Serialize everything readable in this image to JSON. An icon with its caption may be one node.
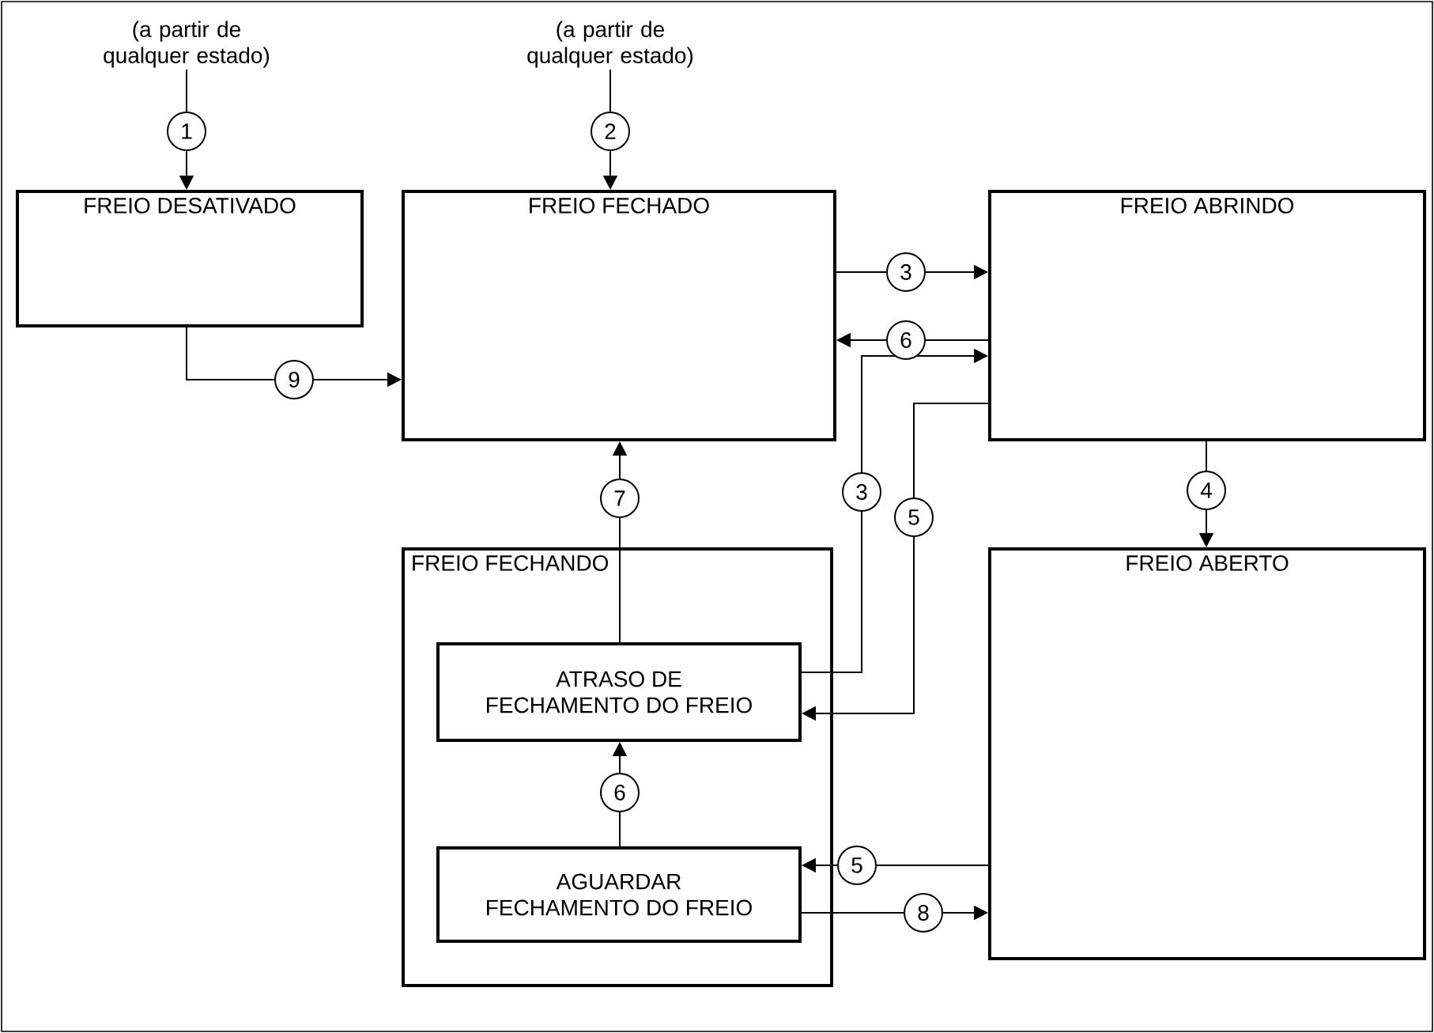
{
  "diagram": {
    "nodes": [
      {
        "text": [
          "(a partir de qualquer estado)"
        ]
      },
      {
        "text": [
          "(a partir de qualquer estado)"
        ]
      },
      {
        "text": [
          "FREIO DESATIVADO"
        ]
      },
      {
        "text": [
          "FREIO FECHADO"
        ]
      },
      {
        "text": [
          "FREIO ABRINDO"
        ]
      },
      {
        "text": [
          "FREIO FECHANDO"
        ]
      },
      {
        "text": [
          "ATRASO DE FECHAMENTO DO FREIO"
        ],
        "in": 5
      },
      {
        "text": [
          "AGUARDAR FECHAMENTO DO FREIO"
        ],
        "in": 5
      },
      {
        "text": [
          "FREIO ABERTO"
        ]
      }
    ],
    "edges": [
      {
        "from": 0,
        "to": 2,
        "arrow": "to",
        "label": "1"
      },
      {
        "from": 1,
        "to": 3,
        "arrow": "to",
        "label": "2"
      },
      {
        "from": 3,
        "to": 4,
        "arrow": "to",
        "label": "3"
      },
      {
        "from": 4,
        "to": 3,
        "arrow": "to",
        "label": "6"
      },
      {
        "from": 2,
        "to": 3,
        "arrow": "to",
        "label": "9"
      },
      {
        "from": 6,
        "to": 4,
        "arrow": "to",
        "label": "3"
      },
      {
        "from": 4,
        "to": 6,
        "arrow": "to",
        "label": "5"
      },
      {
        "from": 4,
        "to": 8,
        "arrow": "to",
        "label": "4"
      },
      {
        "from": 6,
        "to": 3,
        "arrow": "to",
        "label": "7"
      },
      {
        "from": 7,
        "to": 6,
        "arrow": "to",
        "label": "6"
      },
      {
        "from": 8,
        "to": 7,
        "arrow": "to",
        "label": "5"
      },
      {
        "from": 7,
        "to": 8,
        "arrow": "to",
        "label": "8"
      }
    ]
  }
}
